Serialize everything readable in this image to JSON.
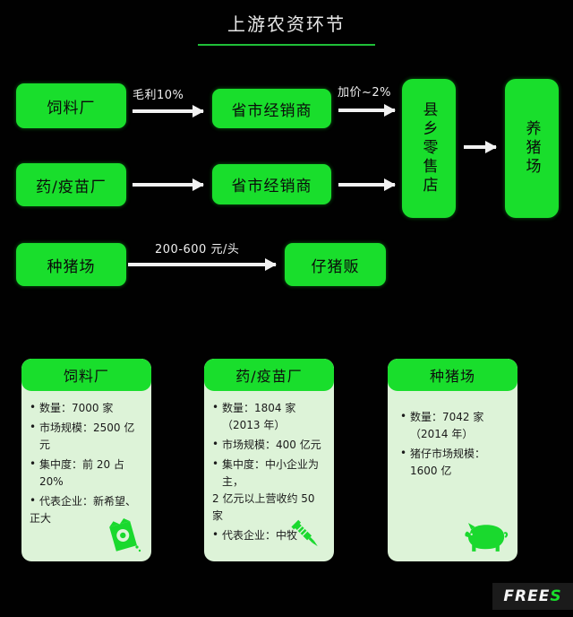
{
  "title": {
    "text": "上游农资环节"
  },
  "flow": {
    "nodes": [
      {
        "id": "feed-mill",
        "label": "饲料厂"
      },
      {
        "id": "provincial-dist-1",
        "label": "省市经销商"
      },
      {
        "id": "drug-vaccine-mill",
        "label": "药/疫苗厂"
      },
      {
        "id": "provincial-dist-2",
        "label": "省市经销商"
      },
      {
        "id": "county-retail",
        "label": "县乡零售店"
      },
      {
        "id": "pig-farm",
        "label": "养猪场"
      },
      {
        "id": "breeding-farm",
        "label": "种猪场"
      },
      {
        "id": "piglet-dealer",
        "label": "仔猪贩"
      }
    ],
    "labels": {
      "gross_margin": "毛利10%",
      "markup": "加价~2%",
      "piglet_price": "200-600 元/头"
    }
  },
  "cards": [
    {
      "id": "feed-mill-card",
      "title": "饲料厂",
      "icon": "feed-bag-icon",
      "bullets": [
        {
          "main": "数量：7000 家"
        },
        {
          "main": "市场规模：2500 亿元"
        },
        {
          "main": "集中度：前 20 占 20%"
        },
        {
          "main": "代表企业：新希望、",
          "cont": "正大"
        }
      ]
    },
    {
      "id": "drug-vaccine-card",
      "title": "药/疫苗厂",
      "icon": "syringe-icon",
      "bullets": [
        {
          "main": "数量：1804 家（2013 年）"
        },
        {
          "main": "市场规模：400 亿元"
        },
        {
          "main": "集中度：中小企业为主，",
          "cont": "2 亿元以上营收约 50 家"
        },
        {
          "main": "代表企业：中牧"
        }
      ]
    },
    {
      "id": "breeding-farm-card",
      "title": "种猪场",
      "icon": "pig-icon",
      "bullets": [
        {
          "main": "数量：7042 家",
          "cont": "（2014 年）"
        },
        {
          "main": "猪仔市场规模：",
          "cont": "1600 亿"
        }
      ]
    }
  ],
  "footer": {
    "logo_free": "FREE",
    "logo_s": "S"
  },
  "colors": {
    "background": "#000000",
    "accent_green": "#19de2c",
    "card_body": "#ddf3d8",
    "title_text": "#e8e8e8",
    "underline": "#1fbf38"
  }
}
